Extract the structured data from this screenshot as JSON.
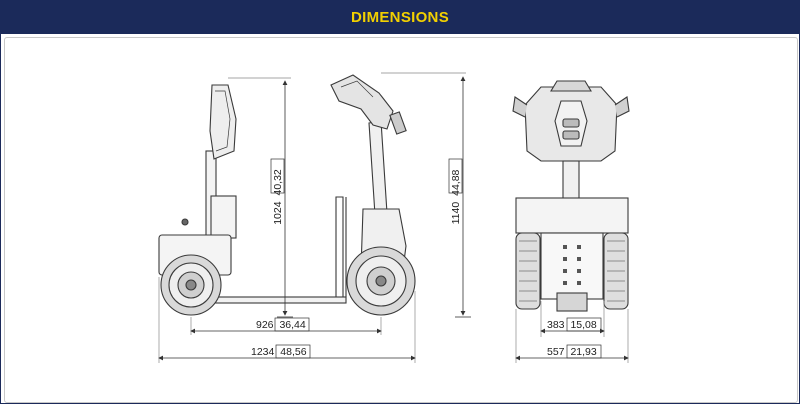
{
  "header": {
    "title": "DIMENSIONS"
  },
  "dimensions": {
    "handle_height": {
      "mm": "1024",
      "in": "40,32"
    },
    "overall_height": {
      "mm": "1140",
      "in": "44,88"
    },
    "wheelbase": {
      "mm": "926",
      "in": "36,44"
    },
    "overall_length": {
      "mm": "1234",
      "in": "48,56"
    },
    "track_width": {
      "mm": "383",
      "in": "15,08"
    },
    "overall_width": {
      "mm": "557",
      "in": "21,93"
    }
  },
  "colors": {
    "header_bg": "#1b2a5a",
    "header_text": "#f2d000",
    "line": "#3a3a3a"
  }
}
